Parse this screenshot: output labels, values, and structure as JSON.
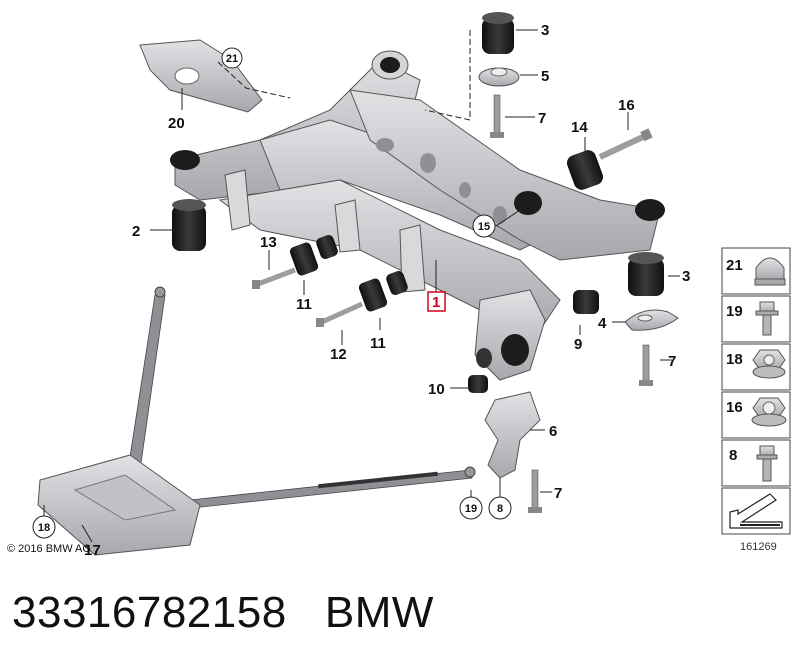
{
  "callouts": {
    "c1": "1",
    "c2": "2",
    "c3a": "3",
    "c3b": "3",
    "c4": "4",
    "c5": "5",
    "c6": "6",
    "c7a": "7",
    "c7b": "7",
    "c7c": "7",
    "c8": "8",
    "c9": "9",
    "c10": "10",
    "c11a": "11",
    "c11b": "11",
    "c12": "12",
    "c13": "13",
    "c14": "14",
    "c15": "15",
    "c16": "16",
    "c17": "17",
    "c18": "18",
    "c19": "19",
    "c20": "20",
    "c21": "21"
  },
  "legend": [
    "21",
    "19",
    "18",
    "16",
    "8"
  ],
  "copyright": "© 2016 BMW AG",
  "diagram_id": "161269",
  "caption": "33316782158   BMW",
  "colors": {
    "part": "#c9c9cc",
    "part_dark": "#8f9095",
    "rubber": "#1c1c1c",
    "highlight": "#d0021b"
  }
}
